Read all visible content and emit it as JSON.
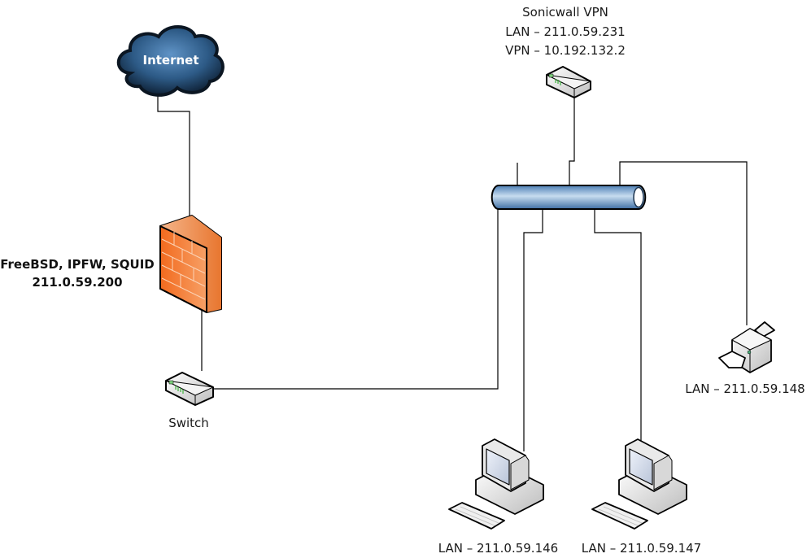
{
  "diagram": {
    "type": "network-topology",
    "nodes": {
      "internet": {
        "label": "Internet",
        "icon": "cloud-icon"
      },
      "firewall": {
        "label_line1": "FreeBSD, IPFW, SQUID",
        "label_line2": "211.0.59.200",
        "icon": "firewall-icon"
      },
      "switch": {
        "label": "Switch",
        "icon": "switch-icon"
      },
      "vpn": {
        "label_line1": "Sonicwall VPN",
        "label_line2": "LAN – 211.0.59.231",
        "label_line3": "VPN – 10.192.132.2",
        "icon": "router-icon"
      },
      "backbone": {
        "icon": "ethernet-bus-icon"
      },
      "printer": {
        "label": "LAN – 211.0.59.148",
        "icon": "printer-icon"
      },
      "pc1": {
        "label": "LAN – 211.0.59.146",
        "icon": "workstation-icon"
      },
      "pc2": {
        "label": "LAN – 211.0.59.147",
        "icon": "workstation-icon"
      }
    },
    "edges": [
      [
        "internet",
        "firewall"
      ],
      [
        "firewall",
        "switch"
      ],
      [
        "switch",
        "backbone"
      ],
      [
        "vpn",
        "backbone"
      ],
      [
        "backbone",
        "printer"
      ],
      [
        "backbone",
        "pc1"
      ],
      [
        "backbone",
        "pc2"
      ]
    ],
    "colors": {
      "cloud": "#2d5a86",
      "firewall": "#f07f3a",
      "backbone": "#7aa6d2",
      "line": "#000000"
    }
  }
}
